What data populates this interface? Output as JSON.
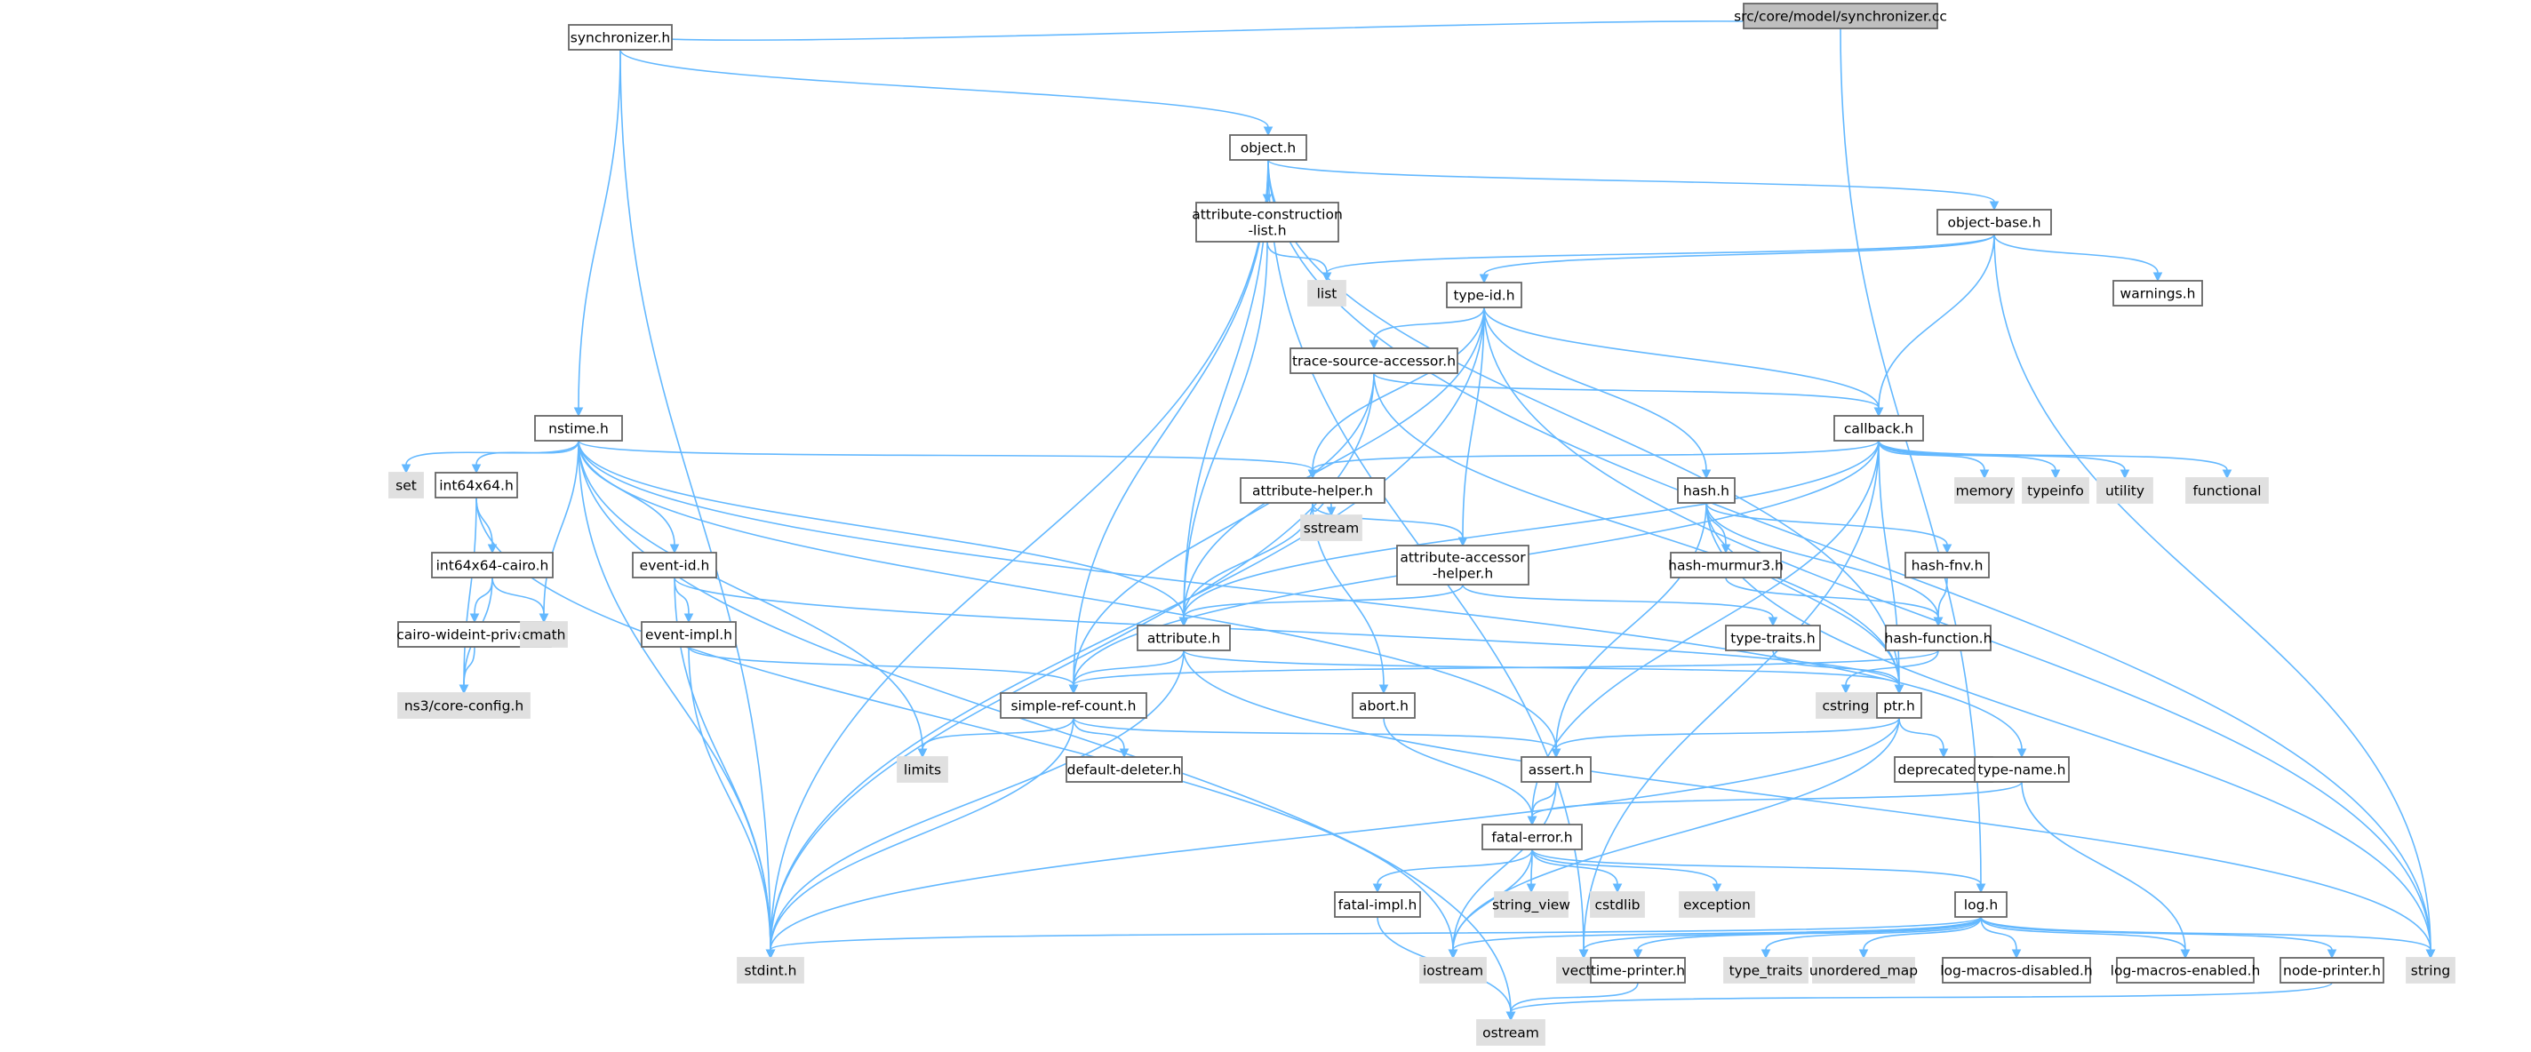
{
  "colors": {
    "root_fill": "#bfbfbf",
    "root_stroke": "#666666",
    "local_fill": "#ffffff",
    "local_stroke": "#666666",
    "system_fill": "#e0e0e0",
    "system_stroke": "#e0e0e0",
    "edge": "#63b8ff"
  },
  "nodes": [
    {
      "id": "root",
      "label": "src/core/model/synchronizer.cc",
      "kind": "root"
    },
    {
      "id": "synchronizer_h",
      "label": "synchronizer.h",
      "kind": "local"
    },
    {
      "id": "object_h",
      "label": "object.h",
      "kind": "local"
    },
    {
      "id": "attr_cons",
      "label": "attribute-construction\n-list.h",
      "kind": "local"
    },
    {
      "id": "object_base",
      "label": "object-base.h",
      "kind": "local"
    },
    {
      "id": "list",
      "label": "list",
      "kind": "system"
    },
    {
      "id": "warnings",
      "label": "warnings.h",
      "kind": "local"
    },
    {
      "id": "type_id",
      "label": "type-id.h",
      "kind": "local"
    },
    {
      "id": "trace_src",
      "label": "trace-source-accessor.h",
      "kind": "local"
    },
    {
      "id": "nstime",
      "label": "nstime.h",
      "kind": "local"
    },
    {
      "id": "callback",
      "label": "callback.h",
      "kind": "local"
    },
    {
      "id": "set",
      "label": "set",
      "kind": "system"
    },
    {
      "id": "int64x64",
      "label": "int64x64.h",
      "kind": "local"
    },
    {
      "id": "attr_helper",
      "label": "attribute-helper.h",
      "kind": "local"
    },
    {
      "id": "hash_h",
      "label": "hash.h",
      "kind": "local"
    },
    {
      "id": "memory",
      "label": "memory",
      "kind": "system"
    },
    {
      "id": "typeinfo",
      "label": "typeinfo",
      "kind": "system"
    },
    {
      "id": "utility",
      "label": "utility",
      "kind": "system"
    },
    {
      "id": "functional",
      "label": "functional",
      "kind": "system"
    },
    {
      "id": "sstream",
      "label": "sstream",
      "kind": "system"
    },
    {
      "id": "int64_cairo",
      "label": "int64x64-cairo.h",
      "kind": "local"
    },
    {
      "id": "event_id",
      "label": "event-id.h",
      "kind": "local"
    },
    {
      "id": "attr_acc",
      "label": "attribute-accessor\n-helper.h",
      "kind": "local"
    },
    {
      "id": "hash_murmur",
      "label": "hash-murmur3.h",
      "kind": "local"
    },
    {
      "id": "hash_fnv",
      "label": "hash-fnv.h",
      "kind": "local"
    },
    {
      "id": "cairo_wide",
      "label": "cairo-wideint-private.h",
      "kind": "local"
    },
    {
      "id": "cmath",
      "label": "cmath",
      "kind": "system"
    },
    {
      "id": "event_impl",
      "label": "event-impl.h",
      "kind": "local"
    },
    {
      "id": "attribute_h",
      "label": "attribute.h",
      "kind": "local"
    },
    {
      "id": "type_traits_h",
      "label": "type-traits.h",
      "kind": "local"
    },
    {
      "id": "hash_function",
      "label": "hash-function.h",
      "kind": "local"
    },
    {
      "id": "core_config",
      "label": "ns3/core-config.h",
      "kind": "system"
    },
    {
      "id": "simple_ref",
      "label": "simple-ref-count.h",
      "kind": "local"
    },
    {
      "id": "abort_h",
      "label": "abort.h",
      "kind": "local"
    },
    {
      "id": "cstring",
      "label": "cstring",
      "kind": "system"
    },
    {
      "id": "ptr_h",
      "label": "ptr.h",
      "kind": "local"
    },
    {
      "id": "limits",
      "label": "limits",
      "kind": "system"
    },
    {
      "id": "default_del",
      "label": "default-deleter.h",
      "kind": "local"
    },
    {
      "id": "assert_h",
      "label": "assert.h",
      "kind": "local"
    },
    {
      "id": "deprecated",
      "label": "deprecated.h",
      "kind": "local"
    },
    {
      "id": "type_name",
      "label": "type-name.h",
      "kind": "local"
    },
    {
      "id": "fatal_error",
      "label": "fatal-error.h",
      "kind": "local"
    },
    {
      "id": "fatal_impl",
      "label": "fatal-impl.h",
      "kind": "local"
    },
    {
      "id": "string_view",
      "label": "string_view",
      "kind": "system"
    },
    {
      "id": "cstdlib",
      "label": "cstdlib",
      "kind": "system"
    },
    {
      "id": "exception",
      "label": "exception",
      "kind": "system"
    },
    {
      "id": "log_h",
      "label": "log.h",
      "kind": "local"
    },
    {
      "id": "stdint",
      "label": "stdint.h",
      "kind": "system"
    },
    {
      "id": "iostream",
      "label": "iostream",
      "kind": "system"
    },
    {
      "id": "vector",
      "label": "vector",
      "kind": "system"
    },
    {
      "id": "time_printer",
      "label": "time-printer.h",
      "kind": "local"
    },
    {
      "id": "type_traits",
      "label": "type_traits",
      "kind": "system"
    },
    {
      "id": "unordered_map",
      "label": "unordered_map",
      "kind": "system"
    },
    {
      "id": "log_dis",
      "label": "log-macros-disabled.h",
      "kind": "local"
    },
    {
      "id": "log_en",
      "label": "log-macros-enabled.h",
      "kind": "local"
    },
    {
      "id": "node_printer",
      "label": "node-printer.h",
      "kind": "local"
    },
    {
      "id": "string",
      "label": "string",
      "kind": "system"
    },
    {
      "id": "ostream",
      "label": "ostream",
      "kind": "system"
    }
  ],
  "edges": [
    [
      "root",
      "synchronizer_h"
    ],
    [
      "root",
      "log_h"
    ],
    [
      "synchronizer_h",
      "object_h"
    ],
    [
      "synchronizer_h",
      "nstime"
    ],
    [
      "synchronizer_h",
      "stdint"
    ],
    [
      "object_h",
      "attr_cons"
    ],
    [
      "object_h",
      "object_base"
    ],
    [
      "object_h",
      "attribute_h"
    ],
    [
      "object_h",
      "simple_ref"
    ],
    [
      "object_h",
      "ptr_h"
    ],
    [
      "object_h",
      "stdint"
    ],
    [
      "object_h",
      "string"
    ],
    [
      "object_h",
      "vector"
    ],
    [
      "attr_cons",
      "list"
    ],
    [
      "attr_cons",
      "attribute_h"
    ],
    [
      "object_base",
      "list"
    ],
    [
      "object_base",
      "warnings"
    ],
    [
      "object_base",
      "type_id"
    ],
    [
      "object_base",
      "callback"
    ],
    [
      "object_base",
      "string"
    ],
    [
      "type_id",
      "trace_src"
    ],
    [
      "type_id",
      "callback"
    ],
    [
      "type_id",
      "hash_h"
    ],
    [
      "type_id",
      "attr_helper"
    ],
    [
      "type_id",
      "attr_acc"
    ],
    [
      "type_id",
      "attribute_h"
    ],
    [
      "type_id",
      "stdint"
    ],
    [
      "type_id",
      "string"
    ],
    [
      "trace_src",
      "callback"
    ],
    [
      "trace_src",
      "ptr_h"
    ],
    [
      "trace_src",
      "simple_ref"
    ],
    [
      "trace_src",
      "stdint"
    ],
    [
      "nstime",
      "set"
    ],
    [
      "nstime",
      "int64x64"
    ],
    [
      "nstime",
      "attr_helper"
    ],
    [
      "nstime",
      "event_id"
    ],
    [
      "nstime",
      "cmath"
    ],
    [
      "nstime",
      "limits"
    ],
    [
      "nstime",
      "attribute_h"
    ],
    [
      "nstime",
      "assert_h"
    ],
    [
      "nstime",
      "type_name"
    ],
    [
      "nstime",
      "stdint"
    ],
    [
      "nstime",
      "ostream"
    ],
    [
      "callback",
      "attr_helper"
    ],
    [
      "callback",
      "memory"
    ],
    [
      "callback",
      "typeinfo"
    ],
    [
      "callback",
      "utility"
    ],
    [
      "callback",
      "functional"
    ],
    [
      "callback",
      "attribute_h"
    ],
    [
      "callback",
      "simple_ref"
    ],
    [
      "callback",
      "ptr_h"
    ],
    [
      "callback",
      "fatal_error"
    ],
    [
      "callback",
      "vector"
    ],
    [
      "int64x64",
      "int64_cairo"
    ],
    [
      "int64x64",
      "core_config"
    ],
    [
      "int64x64",
      "iostream"
    ],
    [
      "attr_helper",
      "sstream"
    ],
    [
      "attr_helper",
      "attr_acc"
    ],
    [
      "attr_helper",
      "attribute_h"
    ],
    [
      "attr_helper",
      "abort_h"
    ],
    [
      "hash_h",
      "hash_murmur"
    ],
    [
      "hash_h",
      "hash_fnv"
    ],
    [
      "hash_h",
      "hash_function"
    ],
    [
      "hash_h",
      "ptr_h"
    ],
    [
      "hash_h",
      "assert_h"
    ],
    [
      "hash_h",
      "string"
    ],
    [
      "int64_cairo",
      "cairo_wide"
    ],
    [
      "int64_cairo",
      "cmath"
    ],
    [
      "int64_cairo",
      "core_config"
    ],
    [
      "cairo_wide",
      "core_config"
    ],
    [
      "event_id",
      "event_impl"
    ],
    [
      "event_id",
      "ptr_h"
    ],
    [
      "event_id",
      "stdint"
    ],
    [
      "event_impl",
      "simple_ref"
    ],
    [
      "event_impl",
      "stdint"
    ],
    [
      "attr_acc",
      "attribute_h"
    ],
    [
      "attr_acc",
      "type_traits_h"
    ],
    [
      "hash_murmur",
      "hash_function"
    ],
    [
      "hash_fnv",
      "hash_function"
    ],
    [
      "attribute_h",
      "simple_ref"
    ],
    [
      "attribute_h",
      "ptr_h"
    ],
    [
      "attribute_h",
      "stdint"
    ],
    [
      "attribute_h",
      "string"
    ],
    [
      "type_traits_h",
      "ptr_h"
    ],
    [
      "hash_function",
      "cstring"
    ],
    [
      "hash_function",
      "simple_ref"
    ],
    [
      "simple_ref",
      "limits"
    ],
    [
      "simple_ref",
      "default_del"
    ],
    [
      "simple_ref",
      "assert_h"
    ],
    [
      "simple_ref",
      "stdint"
    ],
    [
      "abort_h",
      "fatal_error"
    ],
    [
      "ptr_h",
      "assert_h"
    ],
    [
      "ptr_h",
      "deprecated"
    ],
    [
      "ptr_h",
      "stdint"
    ],
    [
      "ptr_h",
      "iostream"
    ],
    [
      "assert_h",
      "fatal_error"
    ],
    [
      "assert_h",
      "iostream"
    ],
    [
      "type_name",
      "fatal_error"
    ],
    [
      "type_name",
      "log_en"
    ],
    [
      "fatal_error",
      "fatal_impl"
    ],
    [
      "fatal_error",
      "string_view"
    ],
    [
      "fatal_error",
      "cstdlib"
    ],
    [
      "fatal_error",
      "exception"
    ],
    [
      "fatal_error",
      "iostream"
    ],
    [
      "fatal_error",
      "log_h"
    ],
    [
      "fatal_impl",
      "ostream"
    ],
    [
      "log_h",
      "stdint"
    ],
    [
      "log_h",
      "iostream"
    ],
    [
      "log_h",
      "vector"
    ],
    [
      "log_h",
      "time_printer"
    ],
    [
      "log_h",
      "type_traits"
    ],
    [
      "log_h",
      "unordered_map"
    ],
    [
      "log_h",
      "log_dis"
    ],
    [
      "log_h",
      "log_en"
    ],
    [
      "log_h",
      "node_printer"
    ],
    [
      "log_h",
      "string"
    ],
    [
      "time_printer",
      "ostream"
    ],
    [
      "node_printer",
      "ostream"
    ]
  ]
}
